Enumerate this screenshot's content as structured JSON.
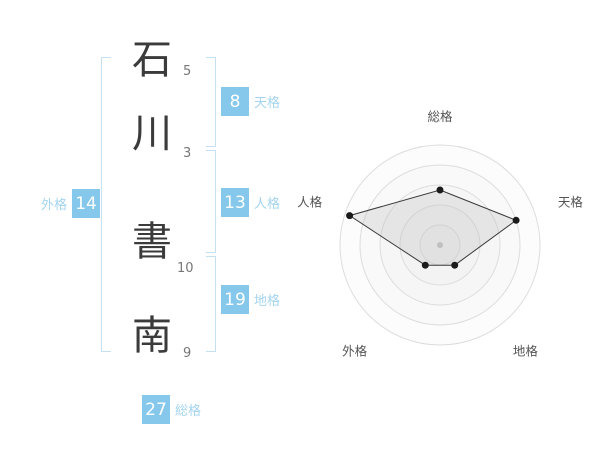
{
  "colors": {
    "accent": "#86c8ec",
    "accent_text": "#a4d4ef",
    "bracket": "#c5e0f2",
    "char_color": "#3b3b3b",
    "stroke_color": "#777777"
  },
  "name": {
    "characters": [
      {
        "char": "石",
        "strokes": "5"
      },
      {
        "char": "川",
        "strokes": "3"
      },
      {
        "char": "書",
        "strokes": "10"
      },
      {
        "char": "南",
        "strokes": "9"
      }
    ],
    "groups": {
      "tenkaku": {
        "label": "天格",
        "value": "8"
      },
      "jinkaku": {
        "label": "人格",
        "value": "13"
      },
      "chikaku": {
        "label": "地格",
        "value": "19"
      },
      "gaikaku": {
        "label": "外格",
        "value": "14"
      },
      "soukaku": {
        "label": "総格",
        "value": "27"
      }
    }
  },
  "chart_data": {
    "type": "radar",
    "title": "",
    "categories": [
      "総格",
      "天格",
      "地格",
      "外格",
      "人格"
    ],
    "values": [
      55,
      80,
      25,
      25,
      95
    ],
    "max": 100,
    "rings": 5,
    "grid": true,
    "legend": false,
    "ring_color": "#dddddd",
    "ring_fill": "rgba(128,128,128,0.025)",
    "line_color": "#3a3a3a",
    "fill_color": "rgba(180,180,180,0.25)",
    "point_color": "#1a1a1a",
    "center_dot_color": "#c4c4c4",
    "label_color": "#555555"
  }
}
